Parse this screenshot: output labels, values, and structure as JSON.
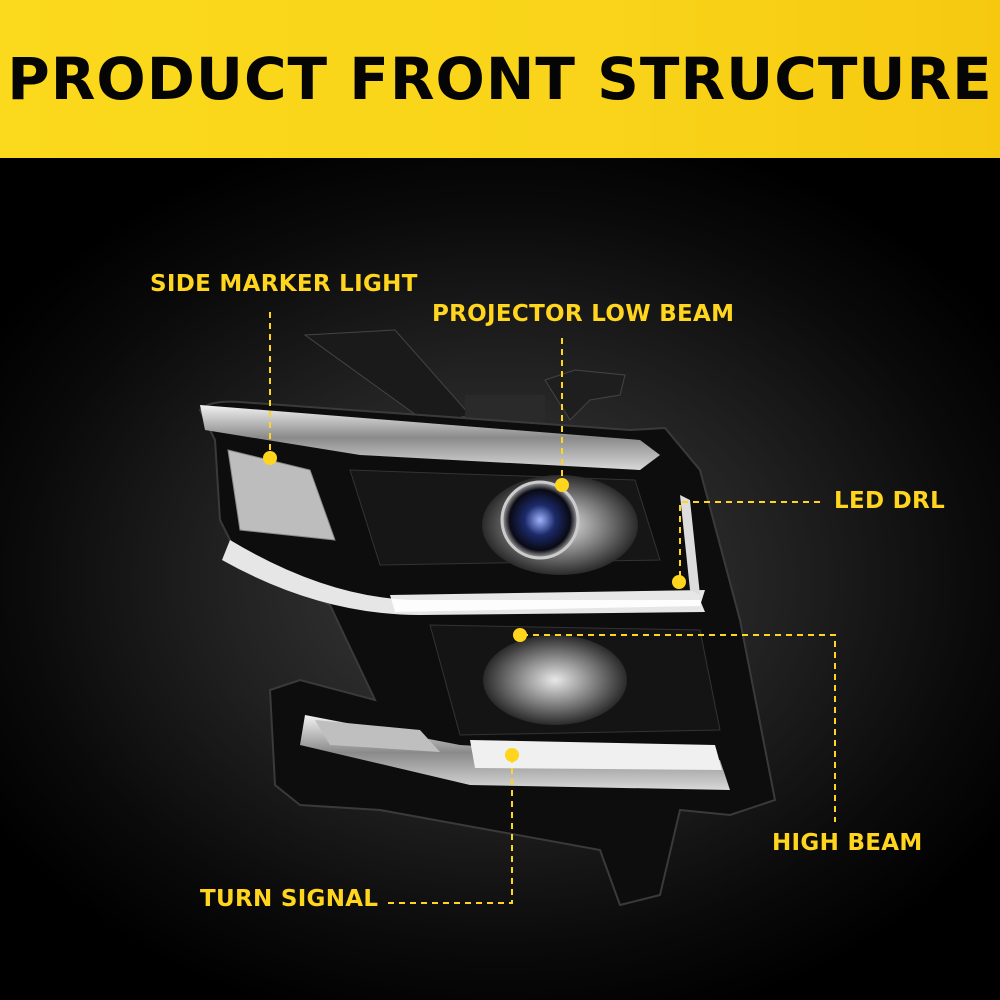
{
  "title": "PRODUCT FRONT STRUCTURE",
  "colors": {
    "banner": "#fbd91c",
    "label": "#ffd51e",
    "background": "#000000"
  },
  "callouts": [
    {
      "id": "side-marker",
      "label": "SIDE MARKER LIGHT"
    },
    {
      "id": "low-beam",
      "label": "PROJECTOR LOW BEAM"
    },
    {
      "id": "drl",
      "label": "LED DRL"
    },
    {
      "id": "high-beam",
      "label": "HIGH BEAM"
    },
    {
      "id": "turn-signal",
      "label": "TURN SIGNAL"
    }
  ]
}
